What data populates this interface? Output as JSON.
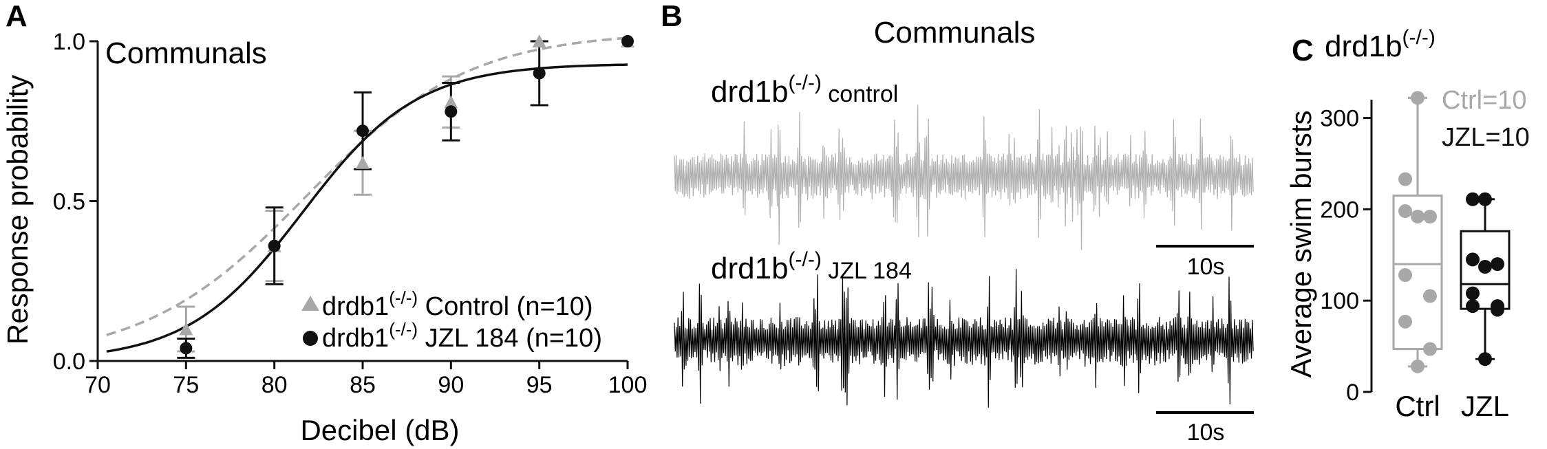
{
  "figure": {
    "panel_a": {
      "letter": "A"
    },
    "panel_b": {
      "letter": "B",
      "title": "Communals",
      "trace_control": {
        "prefix": "drd1b",
        "superscript": "(-/-)",
        "suffix": " control",
        "color": "#b0b0b0"
      },
      "trace_jzl": {
        "prefix": "drd1b",
        "superscript": "(-/-)",
        "suffix": " JZL 184",
        "color": "#000000"
      },
      "scalebar_label": "10s"
    },
    "panel_c": {
      "letter": "C"
    }
  },
  "chart_data": [
    {
      "type": "line",
      "title": "Communals",
      "xlabel": "Decibel (dB)",
      "ylabel": "Response probability",
      "xlim": [
        70,
        100
      ],
      "ylim": [
        0,
        1.0
      ],
      "xticks": [
        70,
        75,
        80,
        85,
        90,
        95,
        100
      ],
      "yticks": [
        {
          "value": 0,
          "label": "0.0"
        },
        {
          "value": 0.5,
          "label": "0.5"
        },
        {
          "value": 1.0,
          "label": "1.0"
        }
      ],
      "legend_position": "bottom-right",
      "series": [
        {
          "name_prefix": "drdb1",
          "name_superscript": "(-/-)",
          "name_suffix": " Control (n=10)",
          "marker": "triangle",
          "line": "dashed",
          "color": "#a8a8a8",
          "x": [
            75,
            80,
            85,
            90,
            95,
            100
          ],
          "y": [
            0.1,
            0.36,
            0.62,
            0.81,
            1.0,
            1.0
          ],
          "err": [
            0.07,
            0.11,
            0.1,
            0.08,
            0.0,
            0.0
          ],
          "fit": {
            "x50": 81.8,
            "slope": 4.6,
            "top": 1.03,
            "bottom": 0.0
          }
        },
        {
          "name_prefix": "drdb1",
          "name_superscript": "(-/-)",
          "name_suffix": " JZL 184 (n=10)",
          "marker": "circle",
          "line": "solid",
          "color": "#111111",
          "x": [
            75,
            80,
            85,
            90,
            95,
            100
          ],
          "y": [
            0.04,
            0.36,
            0.72,
            0.78,
            0.9,
            1.0
          ],
          "err": [
            0.03,
            0.12,
            0.12,
            0.09,
            0.1,
            0.0
          ],
          "fit": {
            "x50": 81.6,
            "slope": 3.25,
            "top": 0.93,
            "bottom": 0.0
          }
        }
      ]
    },
    {
      "type": "box",
      "title": "drd1b(-/-)",
      "title_prefix": "drd1b",
      "title_superscript": "(-/-)",
      "ylabel": "Average swim bursts",
      "ylim": [
        0,
        320
      ],
      "yticks": [
        0,
        100,
        200,
        300
      ],
      "categories": [
        "Ctrl",
        "JZL"
      ],
      "legend_position": "top-right",
      "legend": [
        {
          "label": "Ctrl=10",
          "color": "#a8a8a8"
        },
        {
          "label": "JZL=10",
          "color": "#111111"
        }
      ],
      "groups": [
        {
          "name": "Ctrl",
          "color": "#a8a8a8",
          "min": 28,
          "q1": 47,
          "median": 140,
          "q3": 215,
          "max": 322,
          "points": [
            322,
            233,
            198,
            192,
            192,
            128,
            105,
            77,
            47,
            28
          ]
        },
        {
          "name": "JZL",
          "color": "#111111",
          "min": 36,
          "q1": 91,
          "median": 118,
          "q3": 176,
          "max": 211,
          "points": [
            211,
            211,
            145,
            140,
            137,
            108,
            94,
            94,
            90,
            36
          ]
        }
      ]
    }
  ]
}
